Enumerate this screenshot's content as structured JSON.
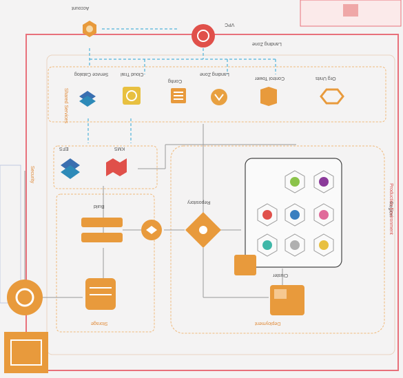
{
  "labels": {
    "top_node": "Account",
    "top_node_2": "VPC",
    "group_services": "Shared Services",
    "svc_1": "Service Catalog",
    "svc_2": "Cloud Trail",
    "svc_3": "Landing Zone",
    "svc_4": "Config",
    "svc_5": "Control Tower",
    "svc_6": "Org Units",
    "efs": "EFS",
    "kms": "KMS",
    "left_group": "Security",
    "region_label": "Region",
    "build_label": "Build",
    "repo_label": "Repository",
    "cluster_label": "Cluster",
    "bottom_left": "Storage",
    "bottom_right": "Deployment",
    "right_vertical": "Production Environment",
    "left_vertical": "Shared Services",
    "outer_label": "Landing Zone"
  },
  "colors": {
    "border_red": "#e8707a",
    "group_orange": "#f0b878",
    "node_orange": "#e89a3c",
    "node_red": "#e0504a",
    "node_blue": "#3a6fb0",
    "node_purple": "#8b3a9a",
    "link_blue": "#4fb3d9",
    "hex_green": "#8bc34a",
    "hex_blue": "#3a7fc0",
    "hex_gray": "#b0b0b0",
    "hex_yellow": "#e8c040",
    "hex_pink": "#e06a9a",
    "hex_teal": "#3fb7a8"
  },
  "icons": {
    "top_left": "network-icon",
    "top_center": "gateway-icon",
    "efs": "storage-icon",
    "kms": "key-icon",
    "build": "build-icon",
    "lambda": "function-icon",
    "repo": "repository-icon",
    "storage": "database-icon",
    "bucket": "bucket-icon"
  }
}
